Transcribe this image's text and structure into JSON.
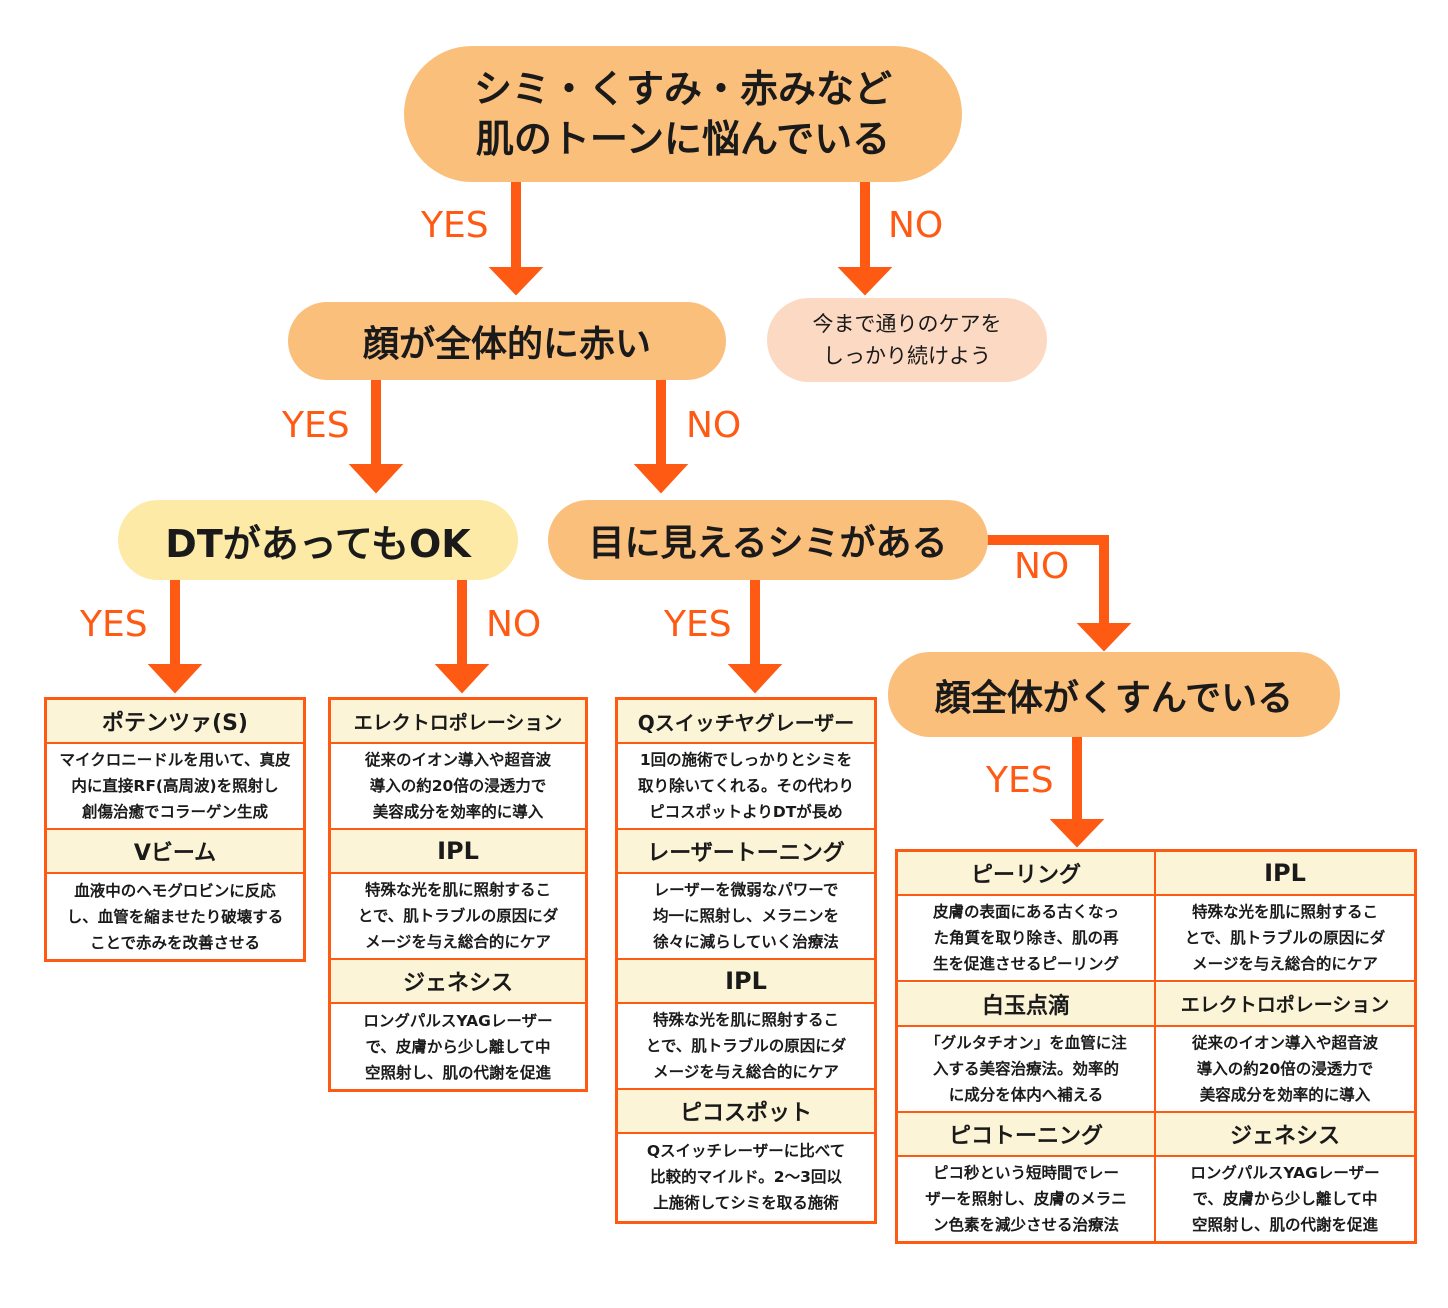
{
  "colors": {
    "accent": "#ff5a14",
    "question": "#fbbf7c",
    "question_light": "#fdeaa6",
    "answer_pale": "#fcd9c2",
    "title_bg": "#fcf4d6"
  },
  "nodes": {
    "q1": "シミ・くすみ・赤みなど\n肌のトーンに悩んでいる",
    "q1_no": "今まで通りのケアを\nしっかり続けよう",
    "q2": "顔が全体的に赤い",
    "q3": "DTがあってもOK",
    "q4": "目に見えるシミがある",
    "q5": "顔全体がくすんでいる"
  },
  "labels": {
    "yes": "YES",
    "no": "NO"
  },
  "boxes": {
    "dt_ok": [
      {
        "title": "ポテンツァ(S)",
        "desc": "マイクロニードルを用いて、真皮\n内に直接RF(高周波)を照射し\n創傷治癒でコラーゲン生成"
      },
      {
        "title": "Vビーム",
        "desc": "血液中のヘモグロビンに反応\nし、血管を縮ませたり破壊する\nことで赤みを改善させる"
      }
    ],
    "dt_ng": [
      {
        "title": "エレクトロポレーション",
        "desc": "従来のイオン導入や超音波\n導入の約20倍の浸透力で\n美容成分を効率的に導入"
      },
      {
        "title": "IPL",
        "desc": "特殊な光を肌に照射するこ\nとで、肌トラブルの原因にダ\nメージを与え総合的にケア"
      },
      {
        "title": "ジェネシス",
        "desc": "ロングパルスYAGレーザー\nで、皮膚から少し離して中\n空照射し、肌の代謝を促進"
      }
    ],
    "spot": [
      {
        "title": "Qスイッチヤグレーザー",
        "desc": "1回の施術でしっかりとシミを\n取り除いてくれる。その代わり\nピコスポットよりDTが長め"
      },
      {
        "title": "レーザートーニング",
        "desc": "レーザーを微弱なパワーで\n均一に照射し、メラニンを\n徐々に減らしていく治療法"
      },
      {
        "title": "IPL",
        "desc": "特殊な光を肌に照射するこ\nとで、肌トラブルの原因にダ\nメージを与え総合的にケア"
      },
      {
        "title": "ピコスポット",
        "desc": "Qスイッチレーザーに比べて\n比較的マイルド。2〜3回以\n上施術してシミを取る施術"
      }
    ],
    "dull": [
      {
        "title": "ピーリング",
        "desc": "皮膚の表面にある古くなっ\nた角質を取り除き、肌の再\n生を促進させるピーリング"
      },
      {
        "title": "IPL",
        "desc": "特殊な光を肌に照射するこ\nとで、肌トラブルの原因にダ\nメージを与え総合的にケア"
      },
      {
        "title": "白玉点滴",
        "desc": "「グルタチオン」を血管に注\n入する美容治療法。効率的\nに成分を体内へ補える"
      },
      {
        "title": "エレクトロポレーション",
        "desc": "従来のイオン導入や超音波\n導入の約20倍の浸透力で\n美容成分を効率的に導入"
      },
      {
        "title": "ピコトーニング",
        "desc": "ピコ秒という短時間でレー\nザーを照射し、皮膚のメラニ\nン色素を減少させる治療法"
      },
      {
        "title": "ジェネシス",
        "desc": "ロングパルスYAGレーザー\nで、皮膚から少し離して中\n空照射し、肌の代謝を促進"
      }
    ]
  }
}
